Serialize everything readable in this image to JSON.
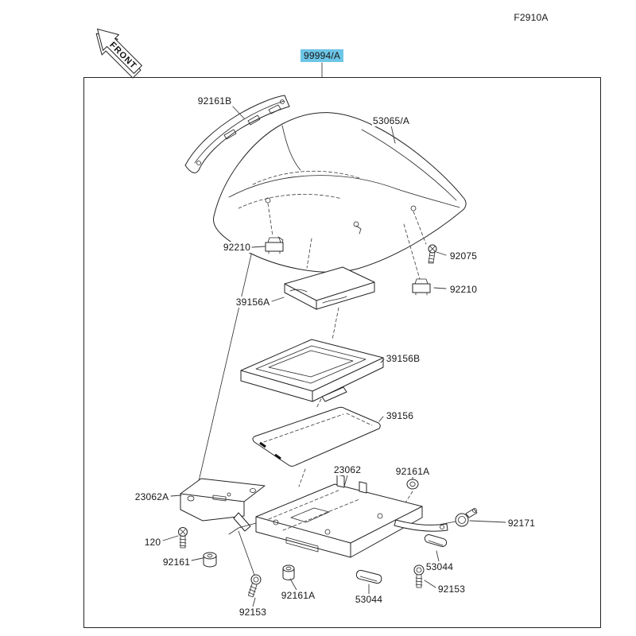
{
  "figure": {
    "code": "F2910A",
    "front_marker": "FRONT",
    "assembly_label": "99994/A",
    "assembly_highlight_color": "#6cc5e6"
  },
  "part_labels": [
    {
      "part": "cowl-inner-bracket",
      "text": "92161B"
    },
    {
      "part": "seat-cowl",
      "text": "53065/A"
    },
    {
      "part": "damper-front-left",
      "text": "92210"
    },
    {
      "part": "cowl-bolt",
      "text": "92075"
    },
    {
      "part": "damper-front-right",
      "text": "92210"
    },
    {
      "part": "foam-pad-upper",
      "text": "39156A"
    },
    {
      "part": "foam-tray",
      "text": "39156B"
    },
    {
      "part": "foam-sheet",
      "text": "39156"
    },
    {
      "part": "bracket-left",
      "text": "23062A"
    },
    {
      "part": "bracket-center",
      "text": "23062"
    },
    {
      "part": "grommet-upper",
      "text": "92161A"
    },
    {
      "part": "band-clamp",
      "text": "92171"
    },
    {
      "part": "shoulder-bolt",
      "text": "120"
    },
    {
      "part": "damper-small",
      "text": "92161"
    },
    {
      "part": "trim-piece-right",
      "text": "53044"
    },
    {
      "part": "grommet-lower",
      "text": "92161A"
    },
    {
      "part": "trim-piece-lower",
      "text": "53044"
    },
    {
      "part": "socket-bolt-right",
      "text": "92153"
    },
    {
      "part": "socket-bolt-left",
      "text": "92153"
    }
  ]
}
